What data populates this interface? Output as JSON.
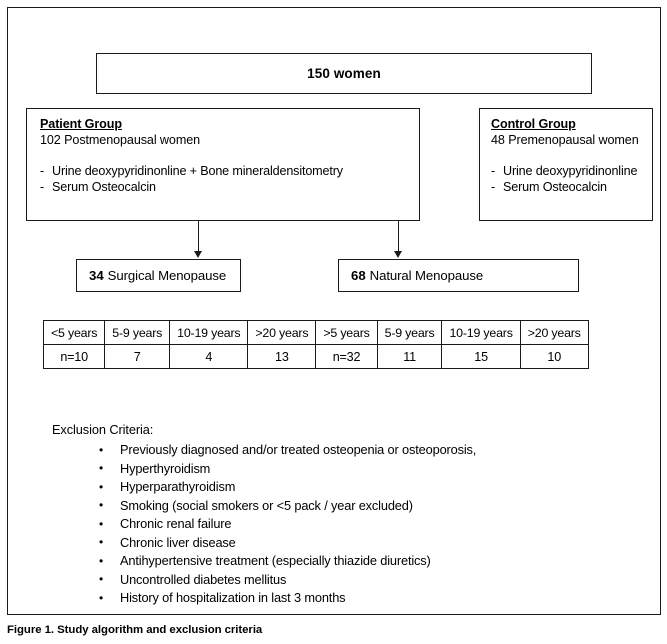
{
  "figure": {
    "caption": "Figure 1. Study algorithm and exclusion criteria"
  },
  "total_box": {
    "label": "150 women"
  },
  "patient_group": {
    "title": "Patient Group",
    "subtitle": "102 Postmenopausal women",
    "items": [
      "Urine deoxypyridinonline + Bone mineraldensitometry",
      "Serum Osteocalcin"
    ],
    "dash": "-"
  },
  "control_group": {
    "title": "Control Group",
    "subtitle": "48 Premenopausal women",
    "items": [
      "Urine deoxypyridinonline",
      "Serum Osteocalcin"
    ],
    "dash": "-"
  },
  "surgical_menopause": {
    "count": "34",
    "label": "Surgical Menopause"
  },
  "natural_menopause": {
    "count": "68",
    "label": "Natural Menopause"
  },
  "duration_table": {
    "headers": [
      "<5 years",
      "5-9 years",
      "10-19 years",
      ">20 years",
      ">5 years",
      "5-9 years",
      "10-19 years",
      ">20 years"
    ],
    "values": [
      "n=10",
      "7",
      "4",
      "13",
      "n=32",
      "11",
      "15",
      "10"
    ]
  },
  "exclusion": {
    "heading": "Exclusion Criteria:",
    "items": [
      "Previously diagnosed and/or treated osteopenia or osteoporosis,",
      "Hyperthyroidism",
      "Hyperparathyroidism",
      "Smoking (social smokers or <5 pack / year excluded)",
      "Chronic renal failure",
      "Chronic liver disease",
      "Antihypertensive treatment (especially thiazide diuretics)",
      "Uncontrolled diabetes mellitus",
      "History of hospitalization in last 3 months"
    ]
  },
  "colors": {
    "stroke": "#1a1a1a",
    "background": "#ffffff",
    "text": "#000000"
  }
}
